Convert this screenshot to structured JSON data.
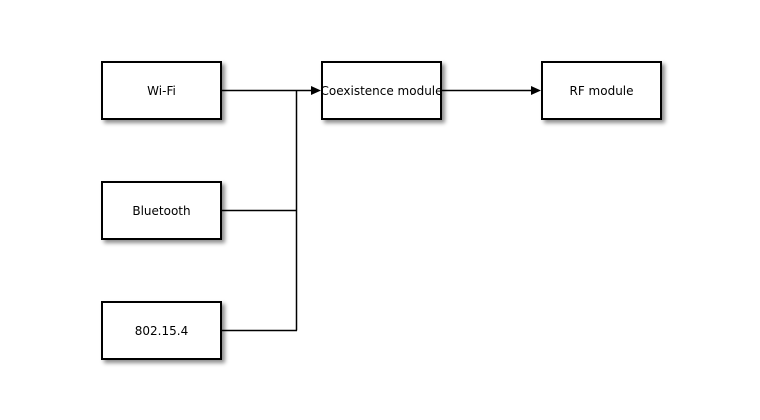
{
  "diagram": {
    "background_color": "#ffffff",
    "line_color": "#000000",
    "box_fill_color": "#ffffff",
    "box_border_color": "#000000",
    "text_color": "#000000",
    "nodes": [
      {
        "id": "wifi",
        "label": "Wi-Fi"
      },
      {
        "id": "bluetooth",
        "label": "Bluetooth"
      },
      {
        "id": "zigbee",
        "label": "802.15.4"
      },
      {
        "id": "coexistence",
        "label": "Coexistence module"
      },
      {
        "id": "rf",
        "label": "RF module"
      }
    ],
    "connections": [
      {
        "from": "wifi",
        "to": "coexistence",
        "arrowhead": true
      },
      {
        "from": "bluetooth",
        "to": "coexistence",
        "arrowhead": false
      },
      {
        "from": "zigbee",
        "to": "coexistence",
        "arrowhead": false
      },
      {
        "from": "coexistence",
        "to": "rf",
        "arrowhead": true
      }
    ]
  }
}
